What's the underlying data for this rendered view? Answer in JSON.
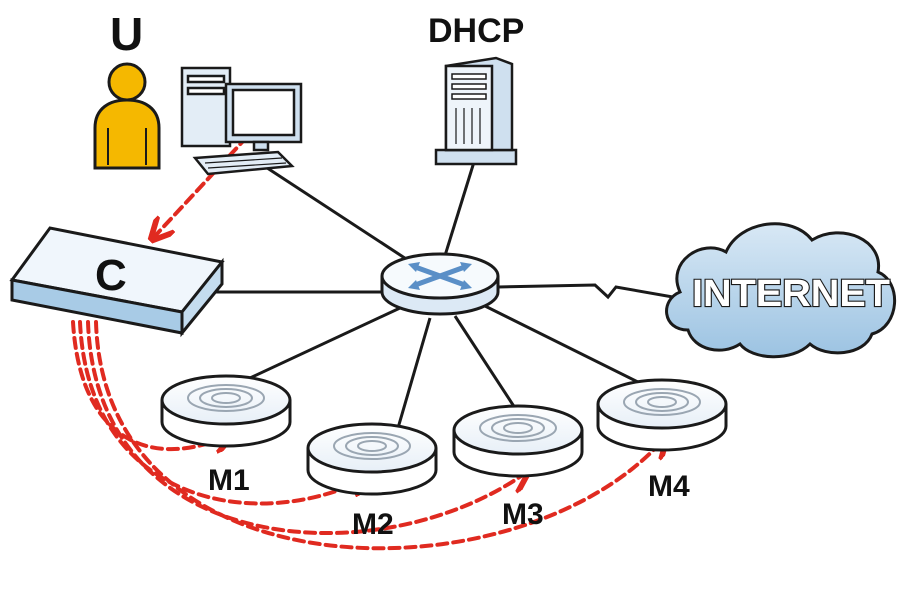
{
  "labels": {
    "user": "U",
    "dhcp": "DHCP",
    "controller": "C",
    "internet": "INTERNET",
    "ap1": "M1",
    "ap2": "M2",
    "ap3": "M3",
    "ap4": "M4"
  },
  "colors": {
    "link_line": "#1a1a1a",
    "management_arrow": "#e02a20",
    "person": "#f5b800",
    "cloud": "#b7d4ea",
    "device_body": "#e8f0f8"
  },
  "icons": [
    "user-icon",
    "computer-icon",
    "server-icon",
    "controller-icon",
    "router-icon",
    "cloud-icon",
    "access-point-icon"
  ]
}
